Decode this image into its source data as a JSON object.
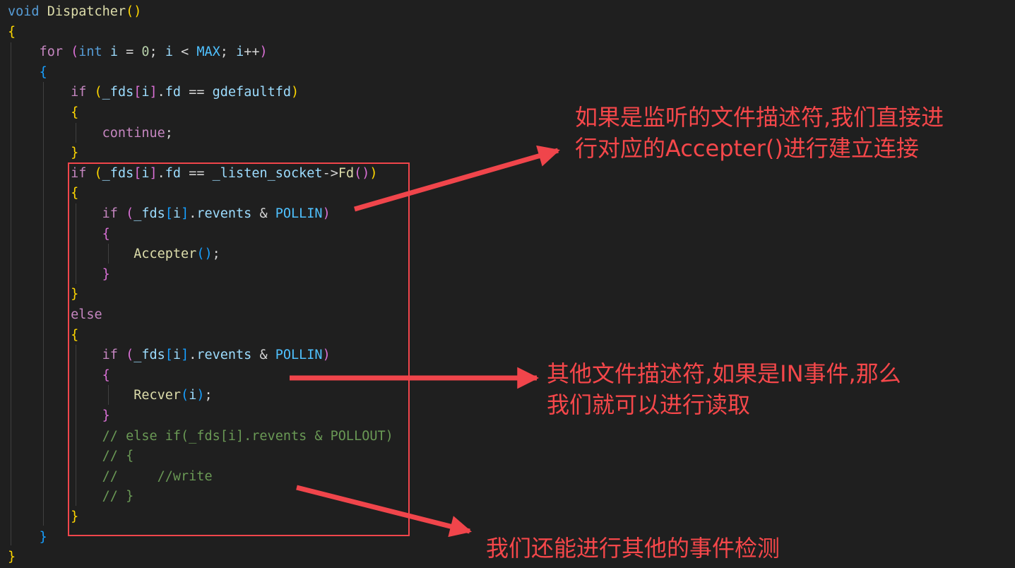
{
  "code": {
    "lines": [
      [
        {
          "t": "void",
          "c": "kw"
        },
        {
          "t": " "
        },
        {
          "t": "Dispatcher",
          "c": "fn"
        },
        {
          "t": "()",
          "c": "b1"
        }
      ],
      [
        {
          "t": "{",
          "c": "b1"
        }
      ],
      [
        {
          "t": "    "
        },
        {
          "t": "for",
          "c": "ctl"
        },
        {
          "t": " "
        },
        {
          "t": "(",
          "c": "b2"
        },
        {
          "t": "int",
          "c": "kw"
        },
        {
          "t": " "
        },
        {
          "t": "i",
          "c": "var"
        },
        {
          "t": " = "
        },
        {
          "t": "0",
          "c": "num"
        },
        {
          "t": "; "
        },
        {
          "t": "i",
          "c": "var"
        },
        {
          "t": " < "
        },
        {
          "t": "MAX",
          "c": "mac"
        },
        {
          "t": "; "
        },
        {
          "t": "i",
          "c": "var"
        },
        {
          "t": "++"
        },
        {
          "t": ")",
          "c": "b2"
        }
      ],
      [
        {
          "t": "    "
        },
        {
          "t": "{",
          "c": "b3"
        }
      ],
      [
        {
          "t": "        "
        },
        {
          "t": "if",
          "c": "ctl"
        },
        {
          "t": " "
        },
        {
          "t": "(",
          "c": "b1"
        },
        {
          "t": "_fds",
          "c": "var"
        },
        {
          "t": "[",
          "c": "b2"
        },
        {
          "t": "i",
          "c": "var"
        },
        {
          "t": "]",
          "c": "b2"
        },
        {
          "t": "."
        },
        {
          "t": "fd",
          "c": "var"
        },
        {
          "t": " == "
        },
        {
          "t": "gdefaultfd",
          "c": "var"
        },
        {
          "t": ")",
          "c": "b1"
        }
      ],
      [
        {
          "t": "        "
        },
        {
          "t": "{",
          "c": "b1"
        }
      ],
      [
        {
          "t": "            "
        },
        {
          "t": "continue",
          "c": "ctl"
        },
        {
          "t": ";"
        }
      ],
      [
        {
          "t": "        "
        },
        {
          "t": "}",
          "c": "b1"
        }
      ],
      [
        {
          "t": "        "
        },
        {
          "t": "if",
          "c": "ctl"
        },
        {
          "t": " "
        },
        {
          "t": "(",
          "c": "b1"
        },
        {
          "t": "_fds",
          "c": "var"
        },
        {
          "t": "[",
          "c": "b2"
        },
        {
          "t": "i",
          "c": "var"
        },
        {
          "t": "]",
          "c": "b2"
        },
        {
          "t": "."
        },
        {
          "t": "fd",
          "c": "var"
        },
        {
          "t": " == "
        },
        {
          "t": "_listen_socket",
          "c": "var"
        },
        {
          "t": "->"
        },
        {
          "t": "Fd",
          "c": "fn"
        },
        {
          "t": "()",
          "c": "b2"
        },
        {
          "t": ")",
          "c": "b1"
        }
      ],
      [
        {
          "t": "        "
        },
        {
          "t": "{",
          "c": "b1"
        }
      ],
      [
        {
          "t": "            "
        },
        {
          "t": "if",
          "c": "ctl"
        },
        {
          "t": " "
        },
        {
          "t": "(",
          "c": "b2"
        },
        {
          "t": "_fds",
          "c": "var"
        },
        {
          "t": "[",
          "c": "b3"
        },
        {
          "t": "i",
          "c": "var"
        },
        {
          "t": "]",
          "c": "b3"
        },
        {
          "t": "."
        },
        {
          "t": "revents",
          "c": "var"
        },
        {
          "t": " & "
        },
        {
          "t": "POLLIN",
          "c": "mac"
        },
        {
          "t": ")",
          "c": "b2"
        }
      ],
      [
        {
          "t": "            "
        },
        {
          "t": "{",
          "c": "b2"
        }
      ],
      [
        {
          "t": "                "
        },
        {
          "t": "Accepter",
          "c": "fn"
        },
        {
          "t": "()",
          "c": "b3"
        },
        {
          "t": ";"
        }
      ],
      [
        {
          "t": "            "
        },
        {
          "t": "}",
          "c": "b2"
        }
      ],
      [
        {
          "t": "        "
        },
        {
          "t": "}",
          "c": "b1"
        }
      ],
      [
        {
          "t": "        "
        },
        {
          "t": "else",
          "c": "ctl"
        }
      ],
      [
        {
          "t": "        "
        },
        {
          "t": "{",
          "c": "b1"
        }
      ],
      [
        {
          "t": "            "
        },
        {
          "t": "if",
          "c": "ctl"
        },
        {
          "t": " "
        },
        {
          "t": "(",
          "c": "b2"
        },
        {
          "t": "_fds",
          "c": "var"
        },
        {
          "t": "[",
          "c": "b3"
        },
        {
          "t": "i",
          "c": "var"
        },
        {
          "t": "]",
          "c": "b3"
        },
        {
          "t": "."
        },
        {
          "t": "revents",
          "c": "var"
        },
        {
          "t": " & "
        },
        {
          "t": "POLLIN",
          "c": "mac"
        },
        {
          "t": ")",
          "c": "b2"
        }
      ],
      [
        {
          "t": "            "
        },
        {
          "t": "{",
          "c": "b2"
        }
      ],
      [
        {
          "t": "                "
        },
        {
          "t": "Recver",
          "c": "fn"
        },
        {
          "t": "(",
          "c": "b3"
        },
        {
          "t": "i",
          "c": "var"
        },
        {
          "t": ")",
          "c": "b3"
        },
        {
          "t": ";"
        }
      ],
      [
        {
          "t": "            "
        },
        {
          "t": "}",
          "c": "b2"
        }
      ],
      [
        {
          "t": "            "
        },
        {
          "t": "// else if(_fds[i].revents & POLLOUT)",
          "c": "cmt"
        }
      ],
      [
        {
          "t": "            "
        },
        {
          "t": "// {",
          "c": "cmt"
        }
      ],
      [
        {
          "t": "            "
        },
        {
          "t": "//     //write",
          "c": "cmt"
        }
      ],
      [
        {
          "t": "            "
        },
        {
          "t": "// }",
          "c": "cmt"
        }
      ],
      [
        {
          "t": "        "
        },
        {
          "t": "}",
          "c": "b1"
        }
      ],
      [
        {
          "t": "    "
        },
        {
          "t": "}",
          "c": "b3"
        }
      ],
      [
        {
          "t": "}",
          "c": "b1"
        }
      ]
    ]
  },
  "annotations": {
    "note1": "如果是监听的文件描述符,我们直接进\n行对应的Accepter()进行建立连接",
    "note2": "其他文件描述符,如果是IN事件,那么\n我们就可以进行读取",
    "note3": "我们还能进行其他的事件检测"
  },
  "colors": {
    "background": "#1f1f1f",
    "annotation": "#f5474a",
    "box": "#f0454b"
  }
}
